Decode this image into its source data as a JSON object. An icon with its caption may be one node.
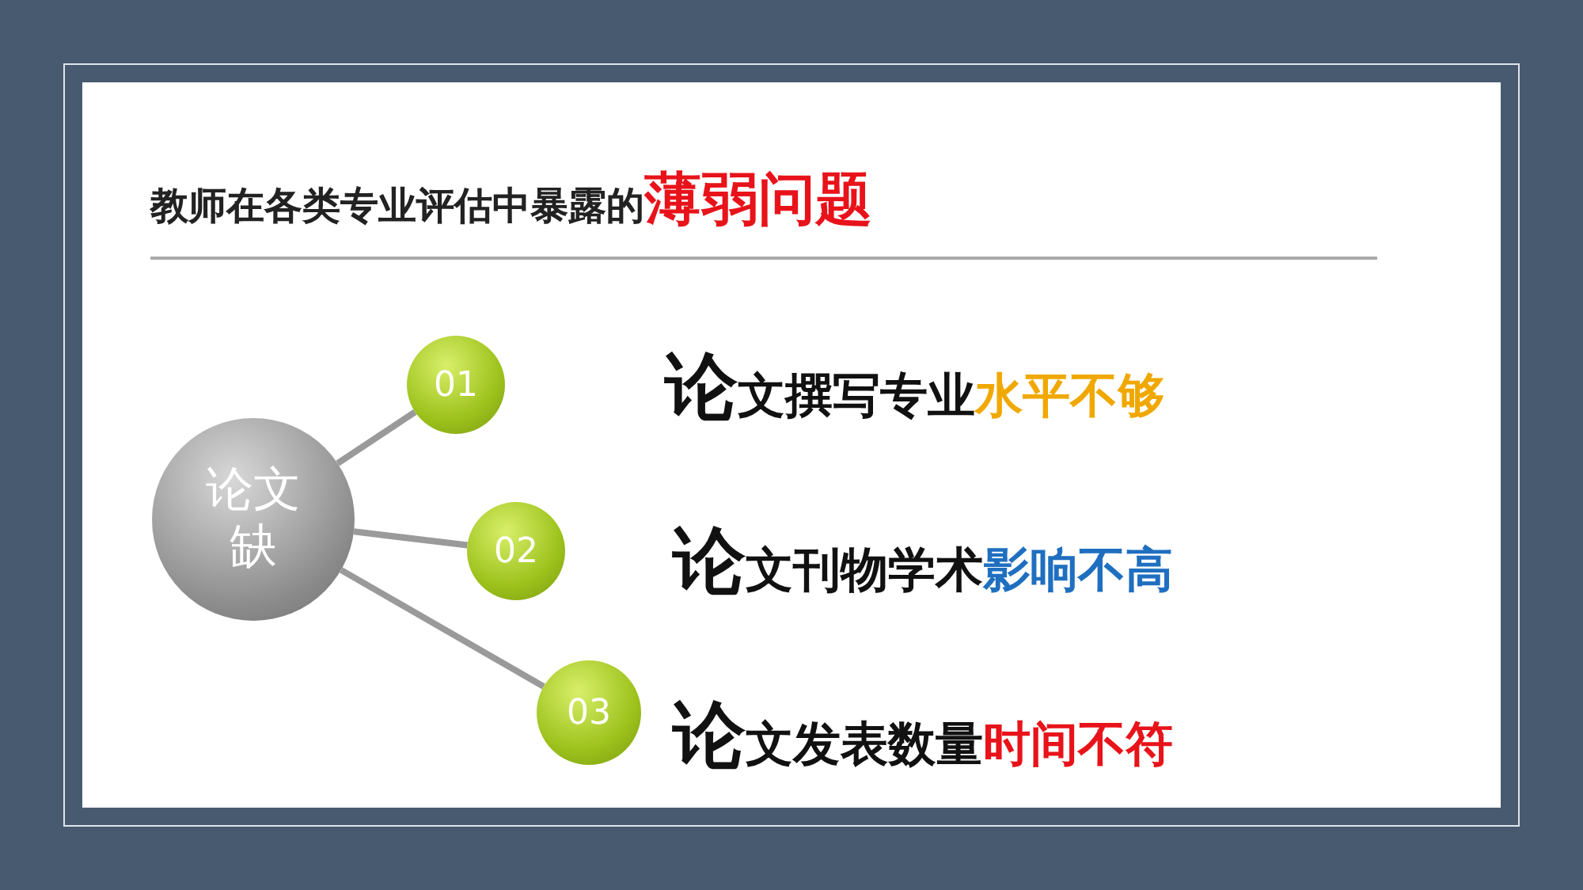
{
  "diagram": {
    "title": "教师在各类专业评估中暴露的薄弱问题",
    "nodes": [
      {
        "text": [
          "论文缺"
        ]
      },
      {
        "text": [
          "01"
        ]
      },
      {
        "text": [
          "02"
        ]
      },
      {
        "text": [
          "03"
        ]
      }
    ],
    "edges": [
      {
        "from": 0,
        "to": 1,
        "arrow": "none"
      },
      {
        "from": 0,
        "to": 2,
        "arrow": "none"
      },
      {
        "from": 0,
        "to": 3,
        "arrow": "none"
      }
    ],
    "labels": [
      "论文撰写专业水平不够",
      "论文刊物学术影响不高",
      "论文发表数量时间不符"
    ]
  }
}
